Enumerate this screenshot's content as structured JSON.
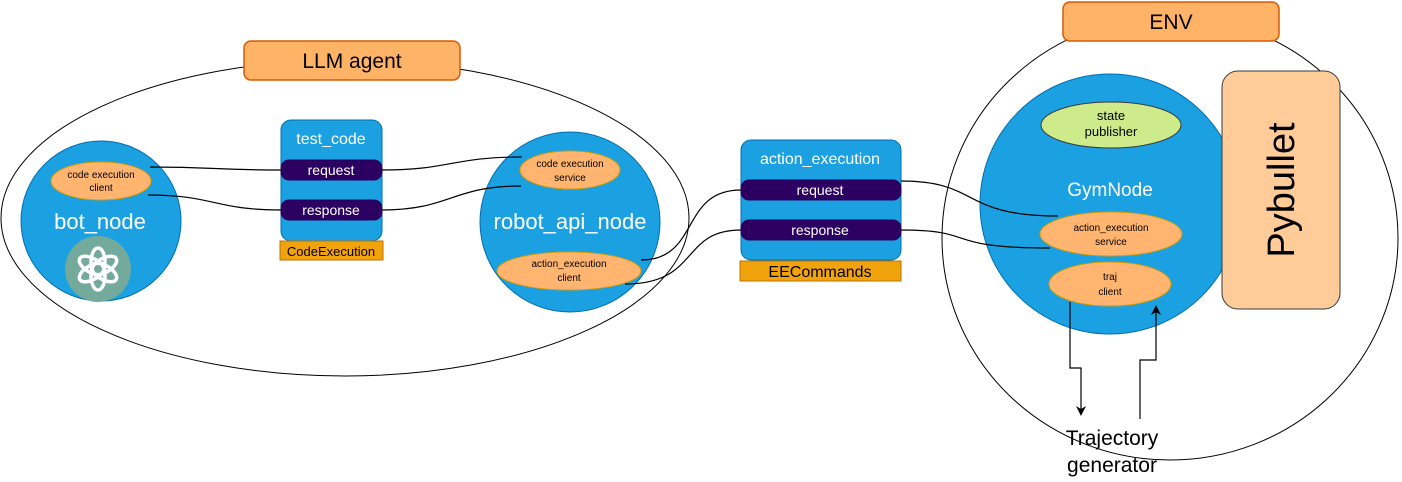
{
  "groups": {
    "llm_agent": "LLM agent",
    "env": "ENV"
  },
  "nodes": {
    "bot_node": {
      "label": "bot_node",
      "client": [
        "code execution",
        "client"
      ]
    },
    "test_code": {
      "title": "test_code",
      "request": "request",
      "response": "response",
      "type": "CodeExecution"
    },
    "robot_api_node": {
      "label": "robot_api_node",
      "service": [
        "code execution",
        "service"
      ],
      "client": [
        "action_execution",
        "client"
      ]
    },
    "action_execution": {
      "title": "action_execution",
      "request": "request",
      "response": "response",
      "type": "EECommands"
    },
    "gym_node": {
      "label": "GymNode",
      "state_publisher": [
        "state",
        "publisher"
      ],
      "service": [
        "action_execution",
        "service"
      ],
      "traj_client": [
        "traj",
        "client"
      ]
    },
    "pybullet": "Pybullet",
    "trajectory_generator": [
      "Trajectory",
      "generator"
    ]
  },
  "icons": {
    "bot_logo": "openai-logo-icon"
  },
  "colors": {
    "node_blue": "#1ba1e2",
    "node_border": "#006eaf",
    "oval_orange": "#ffb570",
    "header_orange": "#ffb366",
    "header_border": "#d95b00",
    "pill_purple": "#2b0060",
    "label_gold": "#f0a30a",
    "pybullet_fill": "#ffcc99",
    "state_green": "#cdeb8b",
    "logo_teal": "#74aa9c"
  }
}
